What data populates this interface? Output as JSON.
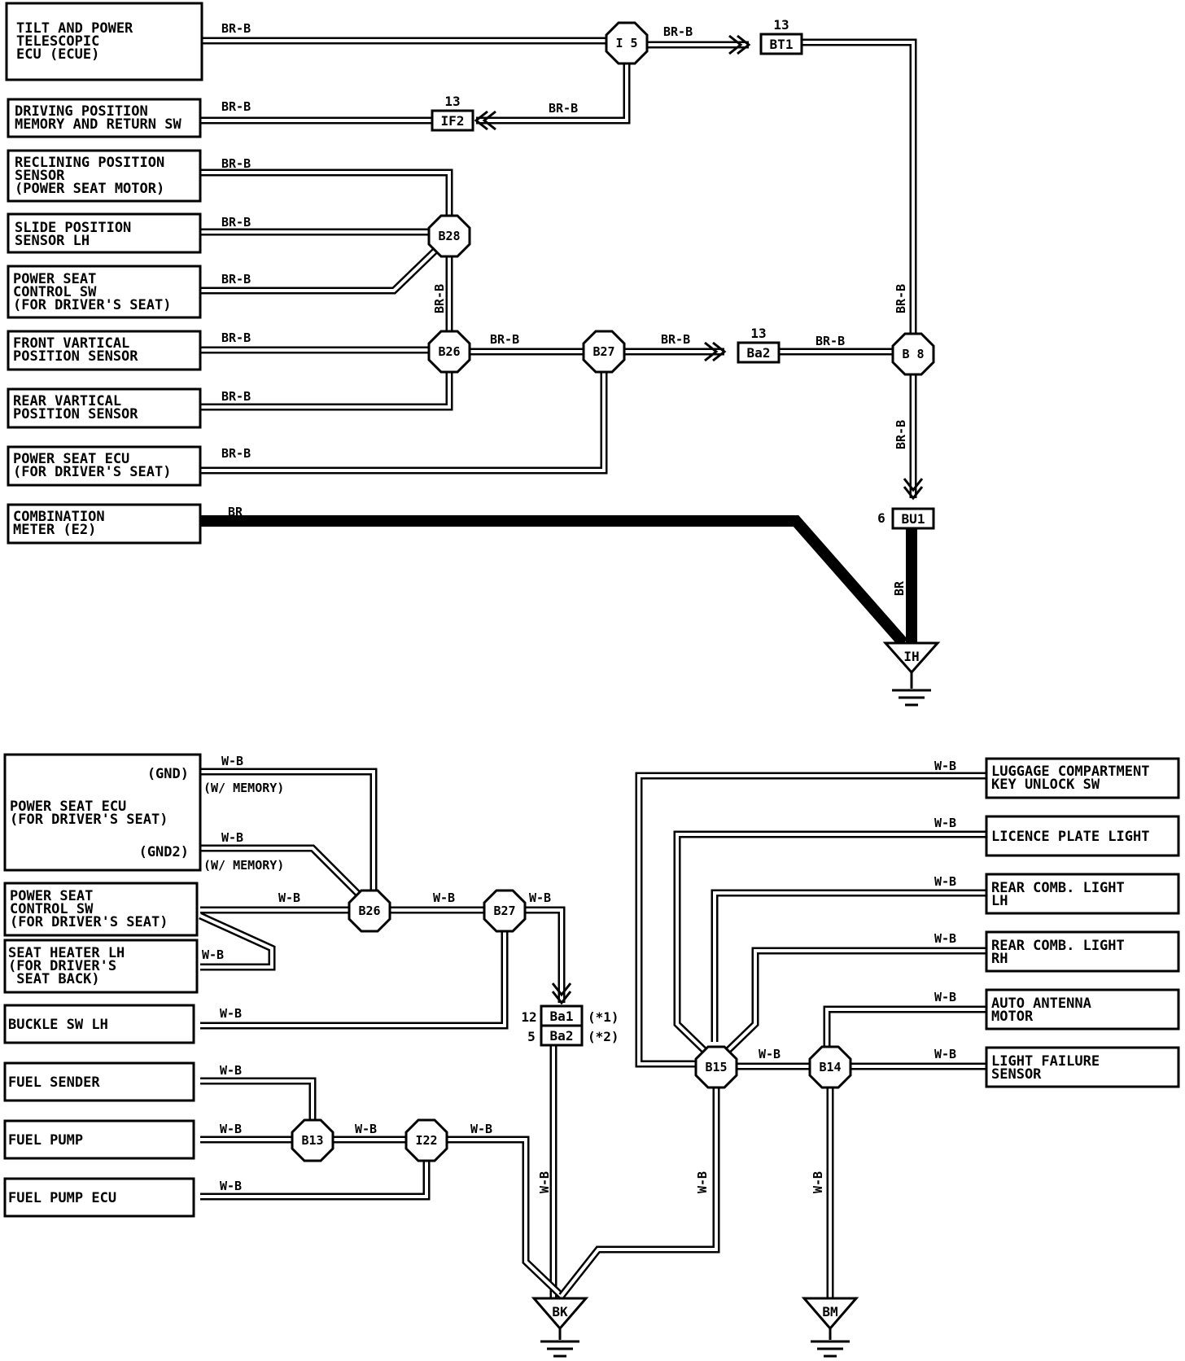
{
  "components": {
    "tilt_ecu": [
      "TILT AND POWER",
      "TELESCOPIC",
      "ECU (ECUE)"
    ],
    "driving_memory_sw": [
      "DRIVING POSITION",
      "MEMORY AND RETURN SW"
    ],
    "reclining_sensor": [
      "RECLINING POSITION",
      "SENSOR",
      "(POWER SEAT MOTOR)"
    ],
    "slide_sensor": [
      "SLIDE POSITION",
      "SENSOR LH"
    ],
    "power_seat_sw_top": [
      "POWER SEAT",
      "CONTROL SW",
      "(FOR DRIVER'S SEAT)"
    ],
    "front_vert_sensor": [
      "FRONT VARTICAL",
      "POSITION SENSOR"
    ],
    "rear_vert_sensor": [
      "REAR VARTICAL",
      "POSITION SENSOR"
    ],
    "power_seat_ecu_top": [
      "POWER SEAT ECU",
      "(FOR DRIVER'S SEAT)"
    ],
    "combination_meter": [
      "COMBINATION",
      "METER (E2)"
    ],
    "power_seat_ecu_bottom": [
      "POWER SEAT ECU",
      "(FOR DRIVER'S SEAT)"
    ],
    "gnd_label": "(GND)",
    "gnd2_label": "(GND2)",
    "power_seat_sw_bottom": [
      "POWER SEAT",
      "CONTROL SW",
      "(FOR DRIVER'S SEAT)"
    ],
    "seat_heater": [
      "SEAT HEATER LH",
      "(FOR DRIVER'S",
      " SEAT BACK)"
    ],
    "buckle_sw": [
      "BUCKLE SW LH"
    ],
    "fuel_sender": [
      "FUEL SENDER"
    ],
    "fuel_pump": [
      "FUEL PUMP"
    ],
    "fuel_pump_ecu": [
      "FUEL PUMP ECU"
    ],
    "luggage_sw": [
      "LUGGAGE COMPARTMENT",
      "KEY UNLOCK SW"
    ],
    "licence_light": [
      "LICENCE PLATE LIGHT"
    ],
    "rear_comb_lh": [
      "REAR COMB. LIGHT",
      "LH"
    ],
    "rear_comb_rh": [
      "REAR COMB. LIGHT",
      "RH"
    ],
    "auto_antenna": [
      "AUTO ANTENNA",
      "MOTOR"
    ],
    "light_failure": [
      "LIGHT FAILURE",
      "SENSOR"
    ]
  },
  "wire_colors": {
    "br_b": "BR-B",
    "br": "BR",
    "w_b": "W-B",
    "memory": "(W/ MEMORY)"
  },
  "junctions": {
    "i5": "I 5",
    "b28": "B28",
    "b26": "B26",
    "b27": "B27",
    "b8": "B 8",
    "b26_bottom": "B26",
    "b27_bottom": "B27",
    "b13": "B13",
    "i22": "I22",
    "b15": "B15",
    "b14": "B14"
  },
  "connectors": {
    "bt1": {
      "name": "BT1",
      "pin": "13"
    },
    "if2": {
      "name": "IF2",
      "pin": "13"
    },
    "ba2_top": {
      "name": "Ba2",
      "pin": "13"
    },
    "bu1": {
      "name": "BU1",
      "pin": "6"
    },
    "ba1": {
      "name": "Ba1",
      "pin": "12",
      "note": "(*1)"
    },
    "ba2_bottom": {
      "name": "Ba2",
      "pin": "5",
      "note": "(*2)"
    }
  },
  "grounds": {
    "ih": "IH",
    "bk": "BK",
    "bm": "BM"
  }
}
